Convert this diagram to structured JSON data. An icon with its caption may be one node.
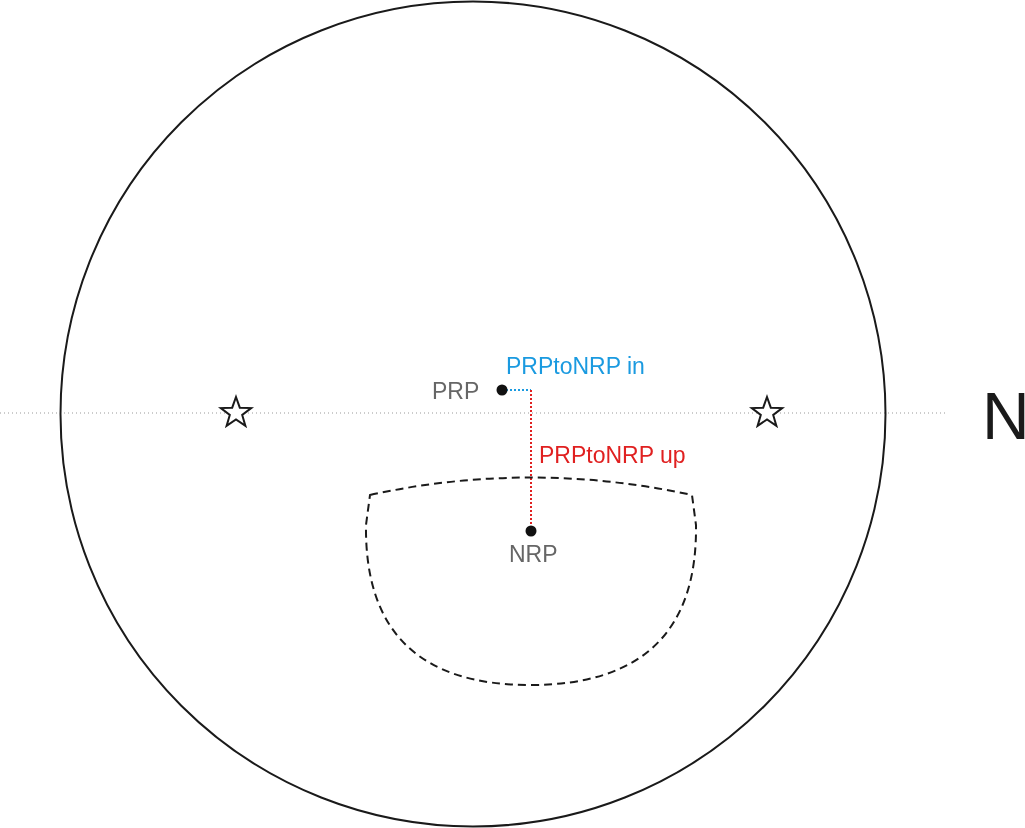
{
  "diagram": {
    "nodes": [
      {
        "text": [],
        "shape": "circle"
      },
      {
        "text": [],
        "shape": "sector",
        "in": 0
      },
      {
        "text": [],
        "shape": "star",
        "in": 0
      },
      {
        "text": [],
        "shape": "star",
        "in": 0
      },
      {
        "text": [
          "PRP"
        ],
        "in": 0
      },
      {
        "text": [
          "NRP"
        ],
        "in": 1
      }
    ],
    "labels": [
      "PRPtoNRP in",
      "PRPtoNRP up",
      "N"
    ]
  }
}
